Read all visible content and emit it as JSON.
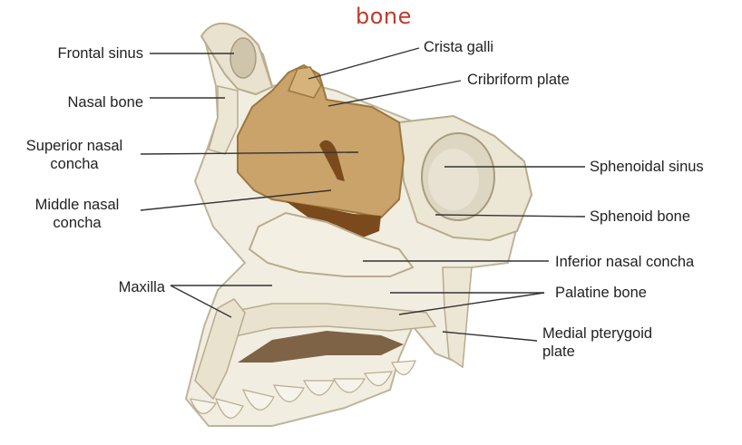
{
  "caption": "bone",
  "colors": {
    "bone_fill": "#f1ede0",
    "bone_shadow": "#d9d1bd",
    "ethmoid_fill": "#c9a36a",
    "ethmoid_dark": "#7a4a1c",
    "caption_color": "#c0392b",
    "leader_line": "#333333"
  },
  "labels": {
    "frontal_sinus": "Frontal sinus",
    "nasal_bone": "Nasal bone",
    "superior_nasal_concha_1": "Superior nasal",
    "superior_nasal_concha_2": "concha",
    "middle_nasal_concha_1": "Middle nasal",
    "middle_nasal_concha_2": "concha",
    "maxilla": "Maxilla",
    "crista_galli": "Crista galli",
    "cribriform_plate": "Cribriform plate",
    "sphenoidal_sinus": "Sphenoidal sinus",
    "sphenoid_bone": "Sphenoid bone",
    "inferior_nasal_concha": "Inferior nasal concha",
    "palatine_bone": "Palatine bone",
    "medial_pterygoid_plate_1": "Medial pterygoid",
    "medial_pterygoid_plate_2": "plate"
  }
}
